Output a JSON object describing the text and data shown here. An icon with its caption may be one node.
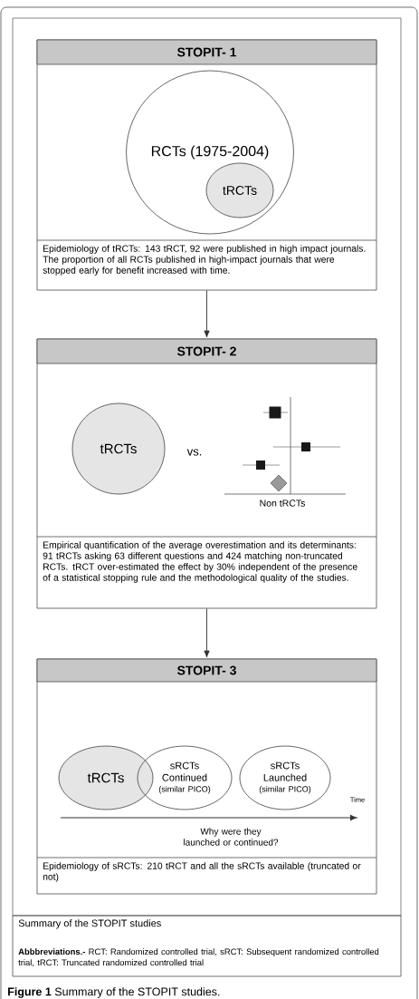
{
  "diagram": {
    "caption": "**Figure 1** Summary of the STOPIT studies.",
    "nodes": [
      {
        "text": [
          "STOPIT- 1",
          "Epidemiology of tRCTs: 143 tRCT, 92 were published in high impact journals. The proportion of all RCTs published in high-impact journals that were stopped early for benefit increased with time."
        ]
      },
      {
        "text": [
          "RCTs (1975-2004)"
        ],
        "in": 0
      },
      {
        "text": [
          "tRCTs"
        ],
        "in": 1
      },
      {
        "text": [
          "STOPIT- 2",
          "Empirical quantification of the average overestimation and its determinants: 91 tRCTs asking 63 different questions and 424 matching non-truncated RCTs. tRCT over-estimated the effect by 30% independent of the presence of a statistical stopping rule and the methodological quality of the studies."
        ]
      },
      {
        "text": [
          "tRCTs"
        ],
        "in": 3
      },
      {
        "text": [
          "STOPIT- 3",
          "Epidemiology of sRCTs: 210 tRCT and all the sRCTs available (truncated or not)"
        ]
      },
      {
        "text": [
          "tRCTs"
        ],
        "in": 5
      },
      {
        "text": [
          "sRCTs Continued",
          "(similar PICO)"
        ],
        "in": 5
      },
      {
        "text": [
          "sRCTs Launched",
          "(similar PICO)"
        ],
        "in": 5
      },
      {
        "text": [
          "Summary of the STOPIT studies",
          "**Abbbreviations.-** RCT: Randomized controlled trial, sRCT: Subsequent randomized controlled trial, tRCT: Truncated randomized controlled trial"
        ]
      }
    ],
    "edges": [
      {
        "from": 0,
        "to": 3,
        "arrow": "to"
      },
      {
        "from": 3,
        "to": 5,
        "arrow": "to"
      }
    ],
    "labels": [
      "vs.",
      "Non tRCTs",
      "Time",
      "Why were they launched or continued?"
    ]
  }
}
